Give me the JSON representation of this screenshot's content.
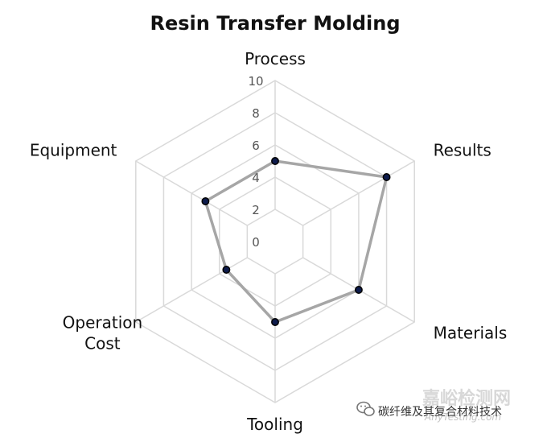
{
  "chart_data": {
    "type": "radar",
    "title": "Resin Transfer Molding",
    "axes": [
      "Process",
      "Results",
      "Materials",
      "Tooling",
      "Operation Cost",
      "Equipment"
    ],
    "axis_label_lines": [
      [
        "Process"
      ],
      [
        "Results"
      ],
      [
        "Materials"
      ],
      [
        "Tooling"
      ],
      [
        "Operation",
        "Cost"
      ],
      [
        "Equipment"
      ]
    ],
    "rlim": [
      0,
      10
    ],
    "ticks": [
      0,
      2,
      4,
      6,
      8,
      10
    ],
    "grid": true,
    "series": [
      {
        "values": [
          5,
          8,
          6,
          5,
          3.5,
          5
        ]
      }
    ]
  },
  "colors": {
    "series_line": "#a6a6a6",
    "point_fill": "#0d1b4b",
    "point_stroke": "#000000",
    "grid": "#d9d9d9"
  },
  "watermark": {
    "icon": "wechat-icon",
    "text": "碳纤维及其复合材料技术",
    "bg_text": "嘉峪检测网",
    "bg_sub": "AnyTesting.com"
  }
}
